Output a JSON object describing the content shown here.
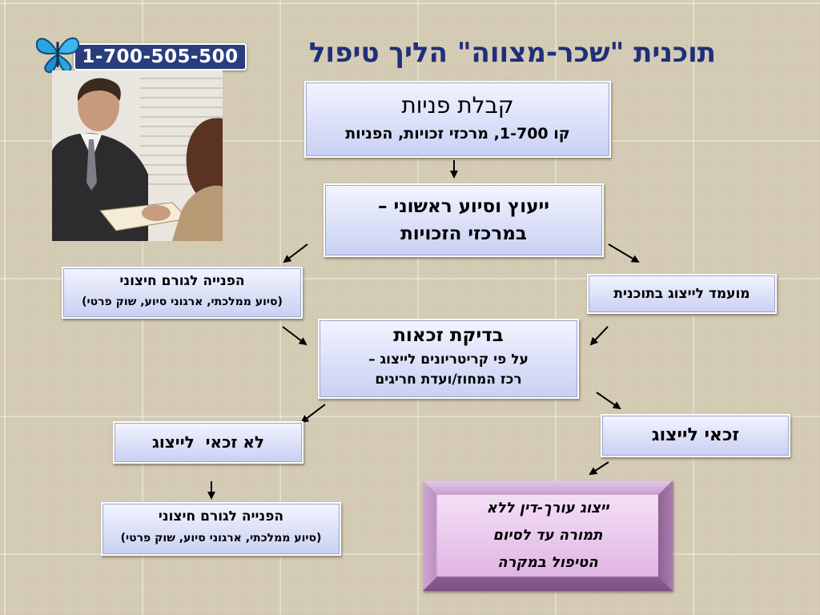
{
  "title": "תוכנית \"שכר-מצווה\" הליך טיפול",
  "logo": {
    "phone": "1-700-505-500",
    "icon": "butterfly-icon"
  },
  "photo": {
    "icon": "consultation-photo"
  },
  "boxes": {
    "intake": {
      "title": "קבלת פניות",
      "subtitle": "קו 1-700, מרכזי זכויות, הפניות"
    },
    "consult": {
      "line1": "ייעוץ וסיוע ראשוני –",
      "line2": "במרכזי הזכויות"
    },
    "referral_top": {
      "title": "הפנייה לגורם חיצוני",
      "subtitle": "(סיוע ממלכתי, ארגוני סיוע, שוק פרטי)"
    },
    "candidate": {
      "label": "מועמד לייצוג בתוכנית"
    },
    "eligibility": {
      "title": "בדיקת זכאות",
      "line1": "על פי קריטריונים לייצוג –",
      "line2": "רכז המחוז/ועדת חריגים"
    },
    "not_eligible": {
      "label": "לא זכאי  לייצוג"
    },
    "eligible": {
      "label": "זכאי לייצוג"
    },
    "referral_bottom": {
      "title": "הפנייה לגורם חיצוני",
      "subtitle": "(סיוע ממלכתי, ארגוני סיוע, שוק פרטי)"
    },
    "representation": {
      "line1": "ייצוג עורך-דין ללא",
      "line2": "תמורה עד לסיום",
      "line3": "הטיפול במקרה"
    }
  },
  "colors": {
    "title": "#1f2f7a",
    "box_fill": "#c9d0f2",
    "result_fill": "#e0b6e4",
    "phone_bg": "#2a3d7c"
  }
}
